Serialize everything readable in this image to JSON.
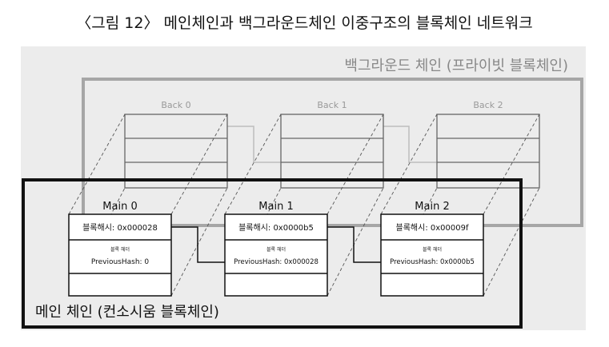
{
  "figure": {
    "caption": "〈그림 12〉 메인체인과 백그라운드체인 이중구조의 블록체인 네트워크",
    "background_chain_label": "백그라운드 체인 (프라이빗 블록체인)",
    "main_chain_label": "메인 체인 (컨소시움 블록체인)"
  },
  "background_blocks": [
    {
      "name": "Back 0"
    },
    {
      "name": "Back 1"
    },
    {
      "name": "Back 2"
    }
  ],
  "main_blocks": [
    {
      "name": "Main 0",
      "hash": "블록해시: 0x000028",
      "header": "블록 헤더",
      "prev": "PreviousHash: 0"
    },
    {
      "name": "Main 1",
      "hash": "블록해시: 0x0000b5",
      "header": "블록 헤더",
      "prev": "PreviousHash: 0x000028"
    },
    {
      "name": "Main 2",
      "hash": "블록해시: 0x00009f",
      "header": "블록 헤더",
      "prev": "PreviousHash: 0x0000b5"
    }
  ],
  "colors": {
    "background_panel": "#ececec",
    "background_frame": "#a6a6a6",
    "main_frame": "#111111",
    "back_block": "#666666",
    "main_block": "#111111"
  }
}
